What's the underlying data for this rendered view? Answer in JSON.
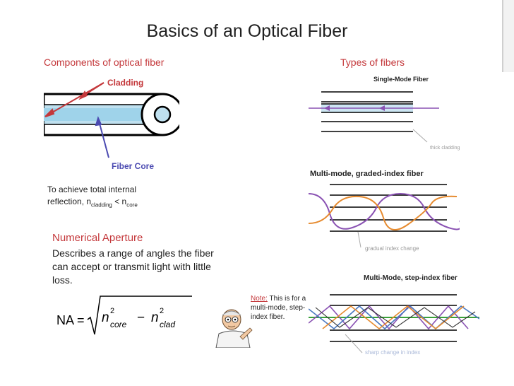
{
  "title": "Basics of an Optical Fiber",
  "left": {
    "heading": "Components of optical fiber",
    "cladding_label": "Cladding",
    "core_label": "Fiber Core",
    "tir_line1": "To achieve total internal",
    "tir_line2_prefix": "reflection, n",
    "tir_sub1": "cladding",
    "tir_mid": " < n",
    "tir_sub2": "core",
    "na_title": "Numerical Aperture",
    "na_description": "Describes a range of angles the fiber can accept or transmit light with little loss."
  },
  "formula": {
    "lhs": "NA =",
    "t1": "n",
    "t1_sup": "2",
    "t1_sub": "core",
    "minus": "−",
    "t2": "n",
    "t2_sup": "2",
    "t2_sub": "clad"
  },
  "note": {
    "label": "Note:",
    "text": " This is for a multi-mode, step-index fiber."
  },
  "right": {
    "heading": "Types of fibers",
    "single_title": "Single-Mode Fiber",
    "single_annot": "thick cladding",
    "graded_title": "Multi-mode, graded-index fiber",
    "graded_annot": "gradual index change",
    "step_title": "Multi-Mode, step-index fiber",
    "step_annot": "sharp change in index"
  }
}
